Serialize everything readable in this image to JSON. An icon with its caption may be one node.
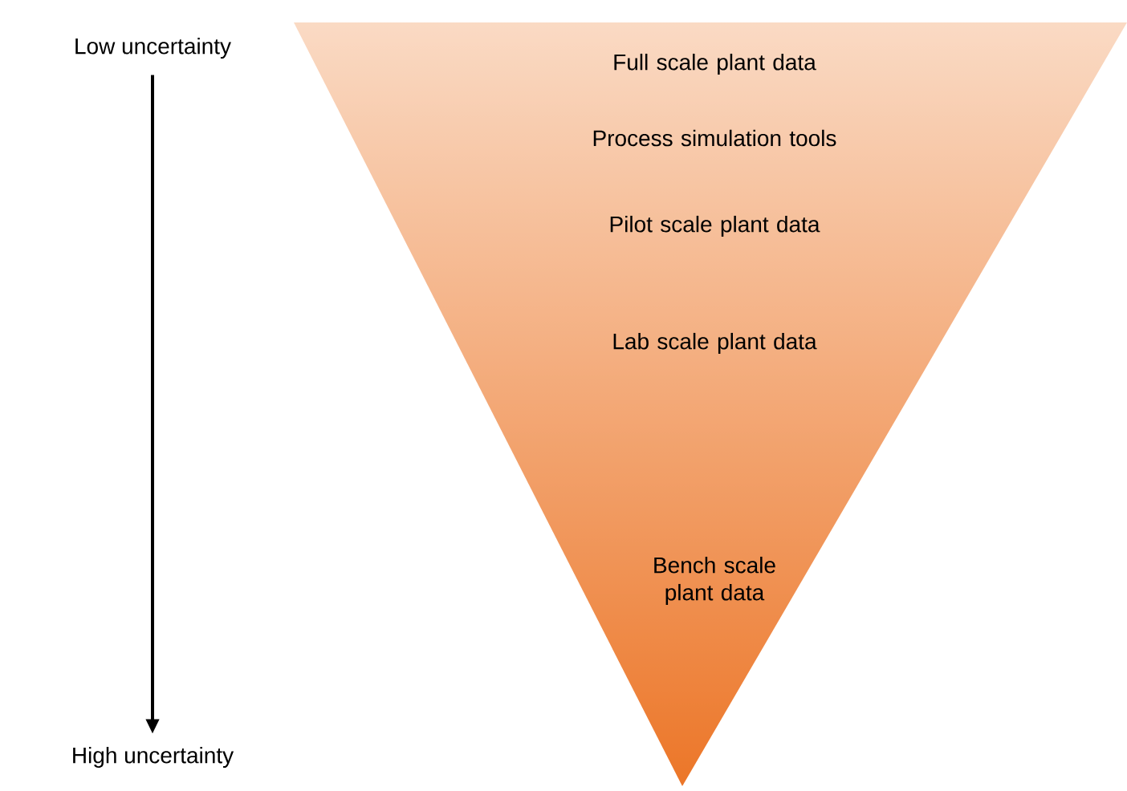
{
  "diagram": {
    "nodes": [
      {
        "text": [
          "Low uncertainty"
        ]
      },
      {
        "text": [
          "High uncertainty"
        ]
      },
      {
        "text": [
          "Full scale plant data",
          "Process simulation tools",
          "Pilot scale plant data",
          "Lab scale plant data",
          "Bench scale plant data"
        ]
      }
    ],
    "edges": [
      {
        "from": 0,
        "to": 1,
        "arrow": "to"
      }
    ]
  }
}
